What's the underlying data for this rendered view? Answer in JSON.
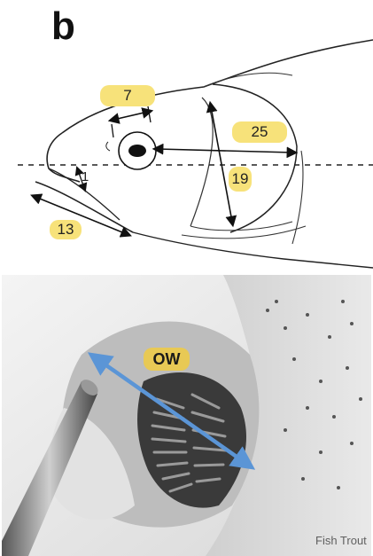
{
  "panel_label": "b",
  "drawing_labels": {
    "eye": "7",
    "head_rear": "25",
    "gill": "19",
    "jaw": "13",
    "snout": "1"
  },
  "photo_label": "OW",
  "watermark": "Fish Trout",
  "colors": {
    "highlight": "#f7e27a",
    "arrow_blue": "#5b95d6",
    "line": "#1a1a1a"
  }
}
